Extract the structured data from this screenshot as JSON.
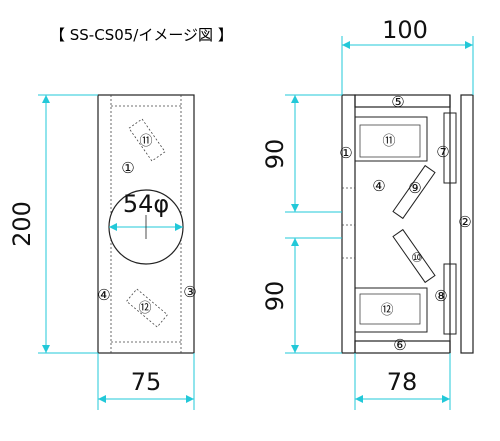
{
  "title": "【 SS-CS05/イメージ図 】",
  "dimensions": {
    "top_width": "100",
    "front_height": "200",
    "hole_diameter": "54φ",
    "front_width": "75",
    "side_upper_height": "90",
    "side_lower_height": "90",
    "side_width": "78"
  },
  "parts": {
    "p1": "①",
    "p2": "②",
    "p3": "③",
    "p4": "④",
    "p5": "⑤",
    "p6": "⑥",
    "p7": "⑦",
    "p8": "⑧",
    "p9": "⑨",
    "p10": "⑩",
    "p11": "⑪",
    "p12": "⑫"
  },
  "colors": {
    "dimension": "#22c8d8",
    "outline": "#222222"
  }
}
